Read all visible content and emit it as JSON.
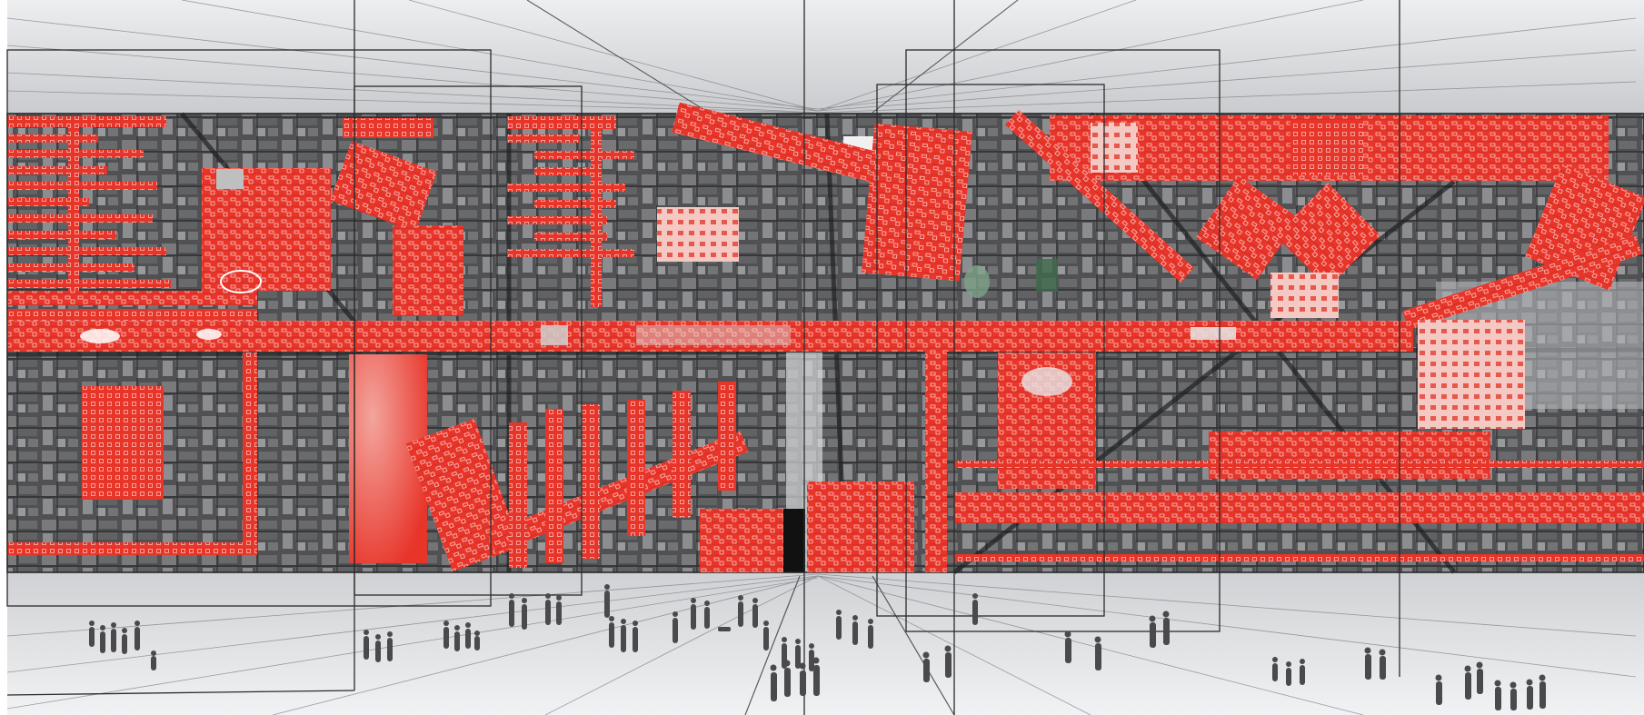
{
  "artwork": {
    "kind": "architectural-collage",
    "colors": {
      "page_background": "#ffffff",
      "sky_haze": "#d9dbde",
      "floor": "#e6e7e9",
      "aerial_dark": "#3a3b3d",
      "aerial_mid": "#6b6c6f",
      "aerial_light": "#9a9b9e",
      "overlay_red": "#e8352a",
      "overlay_red_light": "#f0897f",
      "frame_lines": "#2b2b2b",
      "people": "#4a4a4c"
    },
    "layers": {
      "perspective_floor": "visible",
      "aerial_strip": "visible",
      "red_plan_overlays": "visible",
      "wireframe_frames": "visible",
      "pedestrians": "visible"
    },
    "pedestrian_count": 56
  }
}
